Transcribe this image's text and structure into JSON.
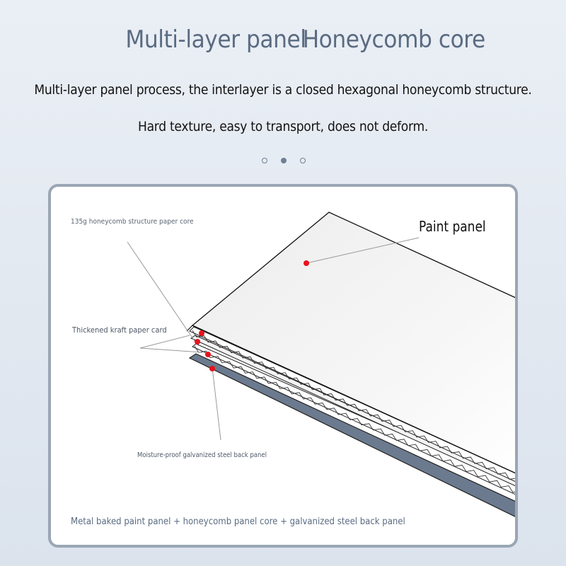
{
  "header": {
    "title_left": "Multi-layer panel",
    "title_right": "Honeycomb core",
    "subtitle_1": "Multi-layer panel process, the interlayer is a closed hexagonal honeycomb structure.",
    "subtitle_2": "Hard texture, easy to transport, does not deform."
  },
  "pager": {
    "count": 3,
    "active_index": 1,
    "color": "#6f7f94"
  },
  "diagram": {
    "labels": {
      "paper_core": "135g honeycomb structure paper core",
      "kraft_card": "Thickened kraft paper card",
      "steel_back": "Moisture-proof galvanized steel back panel",
      "paint_panel": "Paint panel"
    },
    "caption": "Metal baked paint panel + honeycomb panel core + galvanized steel back panel",
    "colors": {
      "marker": "#e8121c",
      "steel": "#6b7a8e",
      "card_border": "#9aa6b4",
      "leader": "#999999"
    }
  }
}
